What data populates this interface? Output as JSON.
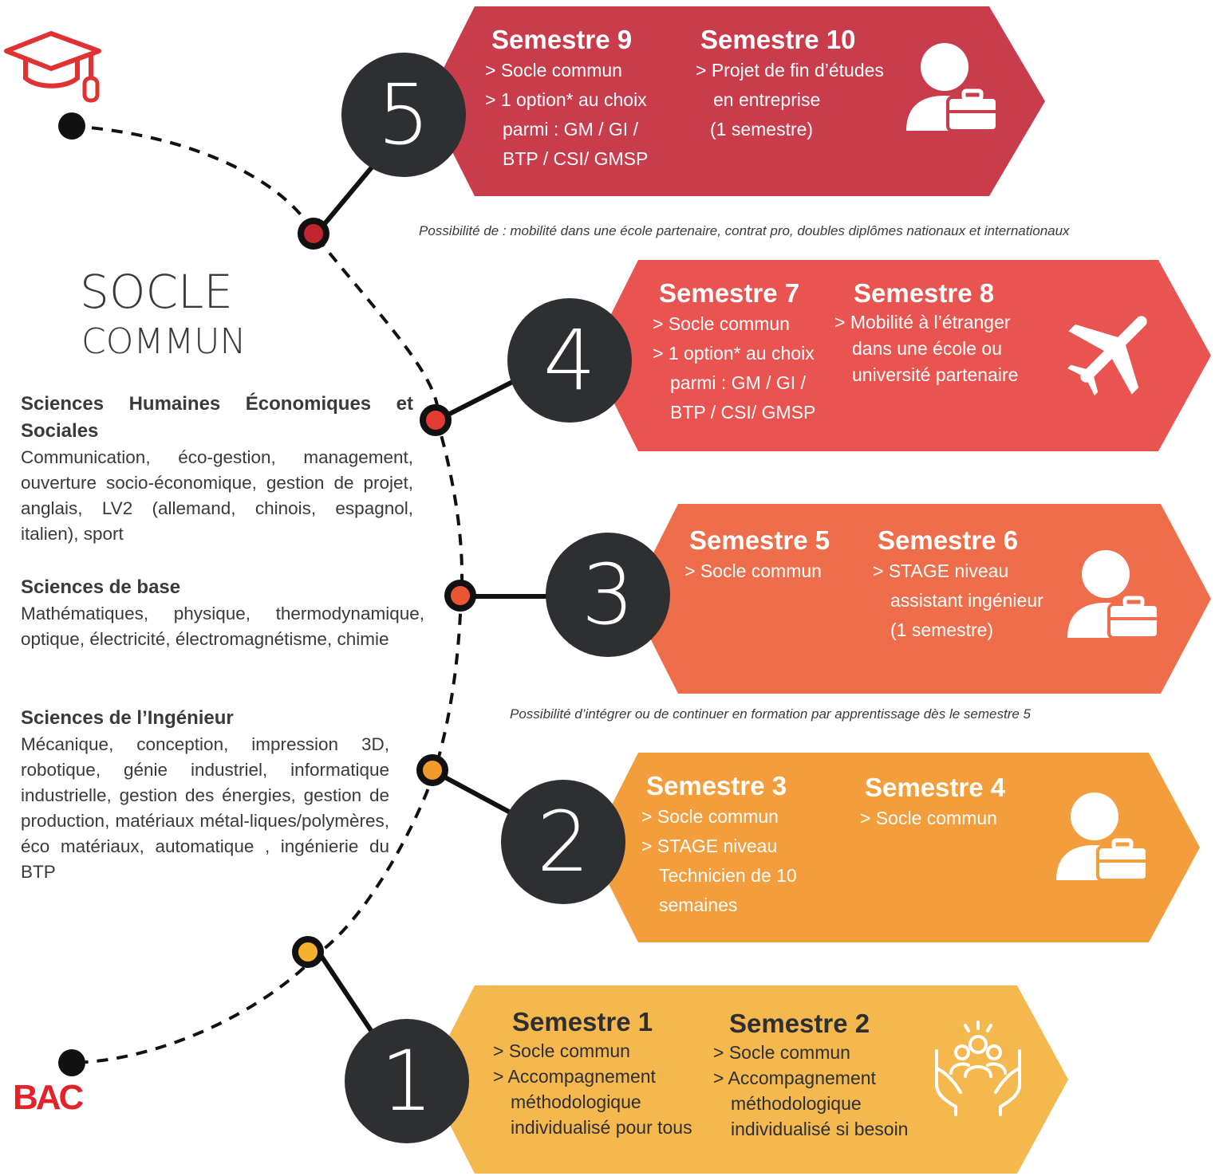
{
  "socle": {
    "title_line1": "SOCLE",
    "title_line2": "COMMUN",
    "sections": [
      {
        "title": "Sciences Humaines Économiques et Sociales",
        "body": "Communication, éco-gestion, management, ouverture socio-économique, gestion de projet, anglais, LV2 (allemand, chinois, espagnol, italien), sport"
      },
      {
        "title": "Sciences de base",
        "body": "Mathématiques, physique, thermodynamique, optique, électricité, électromagnétisme, chimie"
      },
      {
        "title": "Sciences de l’Ingénieur",
        "body": "Mécanique, conception, impression 3D, robotique, génie industriel, informatique industrielle, gestion des énergies, gestion de production, matériaux métal-liques/polymères, éco matériaux, automatique , ingénierie du BTP"
      }
    ]
  },
  "bac_label": "BAC",
  "graduation_icon": "graduation-cap-icon",
  "colors": {
    "year5": "#c93c4b",
    "year4": "#e95450",
    "year3": "#ee6d4a",
    "year2": "#f39d3c",
    "year1": "#f5b84e",
    "dark": "#2d2f31"
  },
  "years": [
    {
      "number": "5",
      "icon": "business-person-icon",
      "sem_a": {
        "title": "Semestre 9",
        "lines": [
          "> Socle commun",
          "> 1 option* au choix",
          "parmi  : GM / GI /",
          "BTP / CSI/ GMSP"
        ]
      },
      "sem_b": {
        "title": "Semestre 10",
        "lines": [
          "> Projet de fin d’études",
          "en entreprise",
          "(1 semestre)"
        ]
      }
    },
    {
      "number": "4",
      "icon": "airplane-icon",
      "sem_a": {
        "title": "Semestre 7",
        "lines": [
          "> Socle commun",
          "> 1 option* au choix",
          "parmi  : GM / GI /",
          "BTP / CSI/ GMSP"
        ]
      },
      "sem_b": {
        "title": "Semestre 8",
        "lines": [
          "> Mobilité à l’étranger",
          "dans une école ou",
          "université partenaire"
        ]
      }
    },
    {
      "number": "3",
      "icon": "business-person-icon",
      "sem_a": {
        "title": "Semestre 5",
        "lines": [
          "> Socle commun"
        ]
      },
      "sem_b": {
        "title": "Semestre 6",
        "lines": [
          "> STAGE  niveau",
          "assistant ingénieur",
          "(1 semestre)"
        ]
      }
    },
    {
      "number": "2",
      "icon": "business-person-icon",
      "sem_a": {
        "title": "Semestre 3",
        "lines": [
          "> Socle commun",
          "> STAGE  niveau",
          "Technicien de 10",
          "semaines"
        ]
      },
      "sem_b": {
        "title": "Semestre 4",
        "lines": [
          "> Socle commun"
        ]
      }
    },
    {
      "number": "1",
      "icon": "hands-group-icon",
      "sem_a": {
        "title": "Semestre 1",
        "lines": [
          "> Socle commun",
          "> Accompagnement",
          "méthodologique",
          "individualisé pour tous"
        ]
      },
      "sem_b": {
        "title": "Semestre 2",
        "lines": [
          "> Socle commun",
          "> Accompagnement",
          "méthodologique",
          "individualisé si besoin"
        ]
      }
    }
  ],
  "notes": {
    "after_year5": "Possibilité de : mobilité dans une école partenaire, contrat pro, doubles diplômes nationaux et internationaux",
    "after_year3": "Possibilité d’intégrer ou de continuer en formation par apprentissage dès le semestre 5"
  }
}
